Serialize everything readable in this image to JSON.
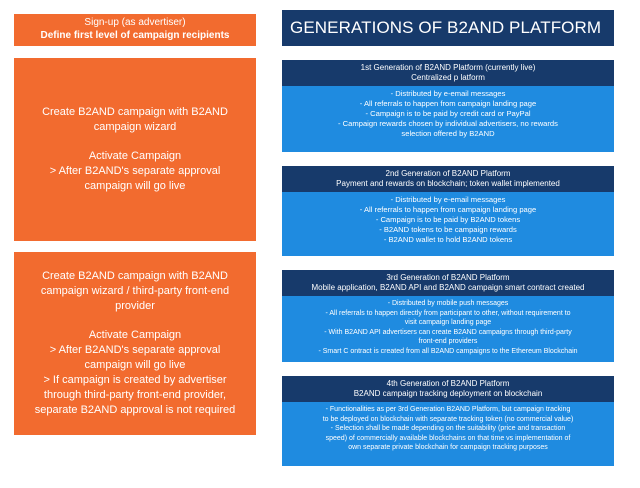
{
  "signup": {
    "line1": "Sign-up (as advertiser)",
    "line2": "Define first level of campaign recipients"
  },
  "main_title": "GENERATIONS OF B2AND PLATFORM",
  "card1": {
    "lines": [
      "Create B2AND campaign with B2AND",
      "campaign wizard",
      "",
      "Activate Campaign",
      "> After B2AND's separate approval",
      "campaign will go live"
    ]
  },
  "card2": {
    "lines": [
      "Create B2AND campaign with B2AND",
      "campaign wizard / third-party      front-end",
      "provider",
      "",
      "Activate Campaign",
      "> After B2AND's separate approval",
      "campaign will go live",
      "> If campaign is created by advertiser",
      "through  third-party front-end provider,",
      "separate B2AND approval is not required"
    ]
  },
  "generations": [
    {
      "title": "1st  Generation of B2AND Platform (currently live)",
      "subtitle": "Centralized p  latform",
      "bullets": [
        "- Distributed by e-email messages",
        "- All referrals to happen from campaign landing page",
        "- Campaign is to be paid by credit card or PayPal",
        "- Campaign rewards chosen by individual advertisers, no rewards",
        "selection offered by B2AND"
      ]
    },
    {
      "title": "2nd  Generation of B2AND Platform",
      "subtitle": "Payment and rewards on blockchain; token wallet implemented",
      "bullets": [
        "- Distributed by e-email messages",
        "- All referrals to happen from campaign landing page",
        "- Campaign is to be paid by B2AND tokens",
        "- B2AND tokens to be campaign rewards",
        "- B2AND wallet to hold B2AND tokens"
      ]
    },
    {
      "title": "3rd  Generation of B2AND Platform",
      "subtitle": "Mobile application, B2AND API and B2AND campaign smart contract created",
      "bullets": [
        "- Distributed by mobile push messages",
        "- All referrals to happen directly from participant to other, without requirement        to",
        "visit campaign landing page",
        "- With B2AND API advertisers can create B2AND campaigns through third-party",
        "front-end providers",
        "- Smart C   ontract is created from all B2AND campaigns to the Ethereum Blockchain"
      ]
    },
    {
      "title": "4th  Generation of B2AND Platform",
      "subtitle": "B2AND campaign tracking deployment on blockchain",
      "bullets": [
        "- Functionalities as per 3rd Generation B2AND Platform, but             campaign tracking",
        "to be deployed on blockchain with separate tracking token (no commercial value)",
        "- Selection shall be made depending on the suitability (price and transaction",
        "speed) of commercially available blockchains on that time vs            implementation of",
        "own separate private blockchain for campaign tracking purposes"
      ]
    }
  ]
}
